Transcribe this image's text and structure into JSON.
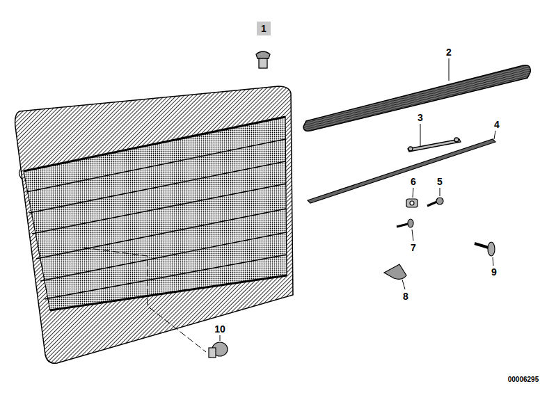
{
  "diagram": {
    "nodes": [
      {
        "text": [
          "1"
        ]
      }
    ],
    "labels": [
      "2",
      "3",
      "4",
      "6",
      "5",
      "7",
      "9",
      "8",
      "10",
      "00006295"
    ]
  }
}
